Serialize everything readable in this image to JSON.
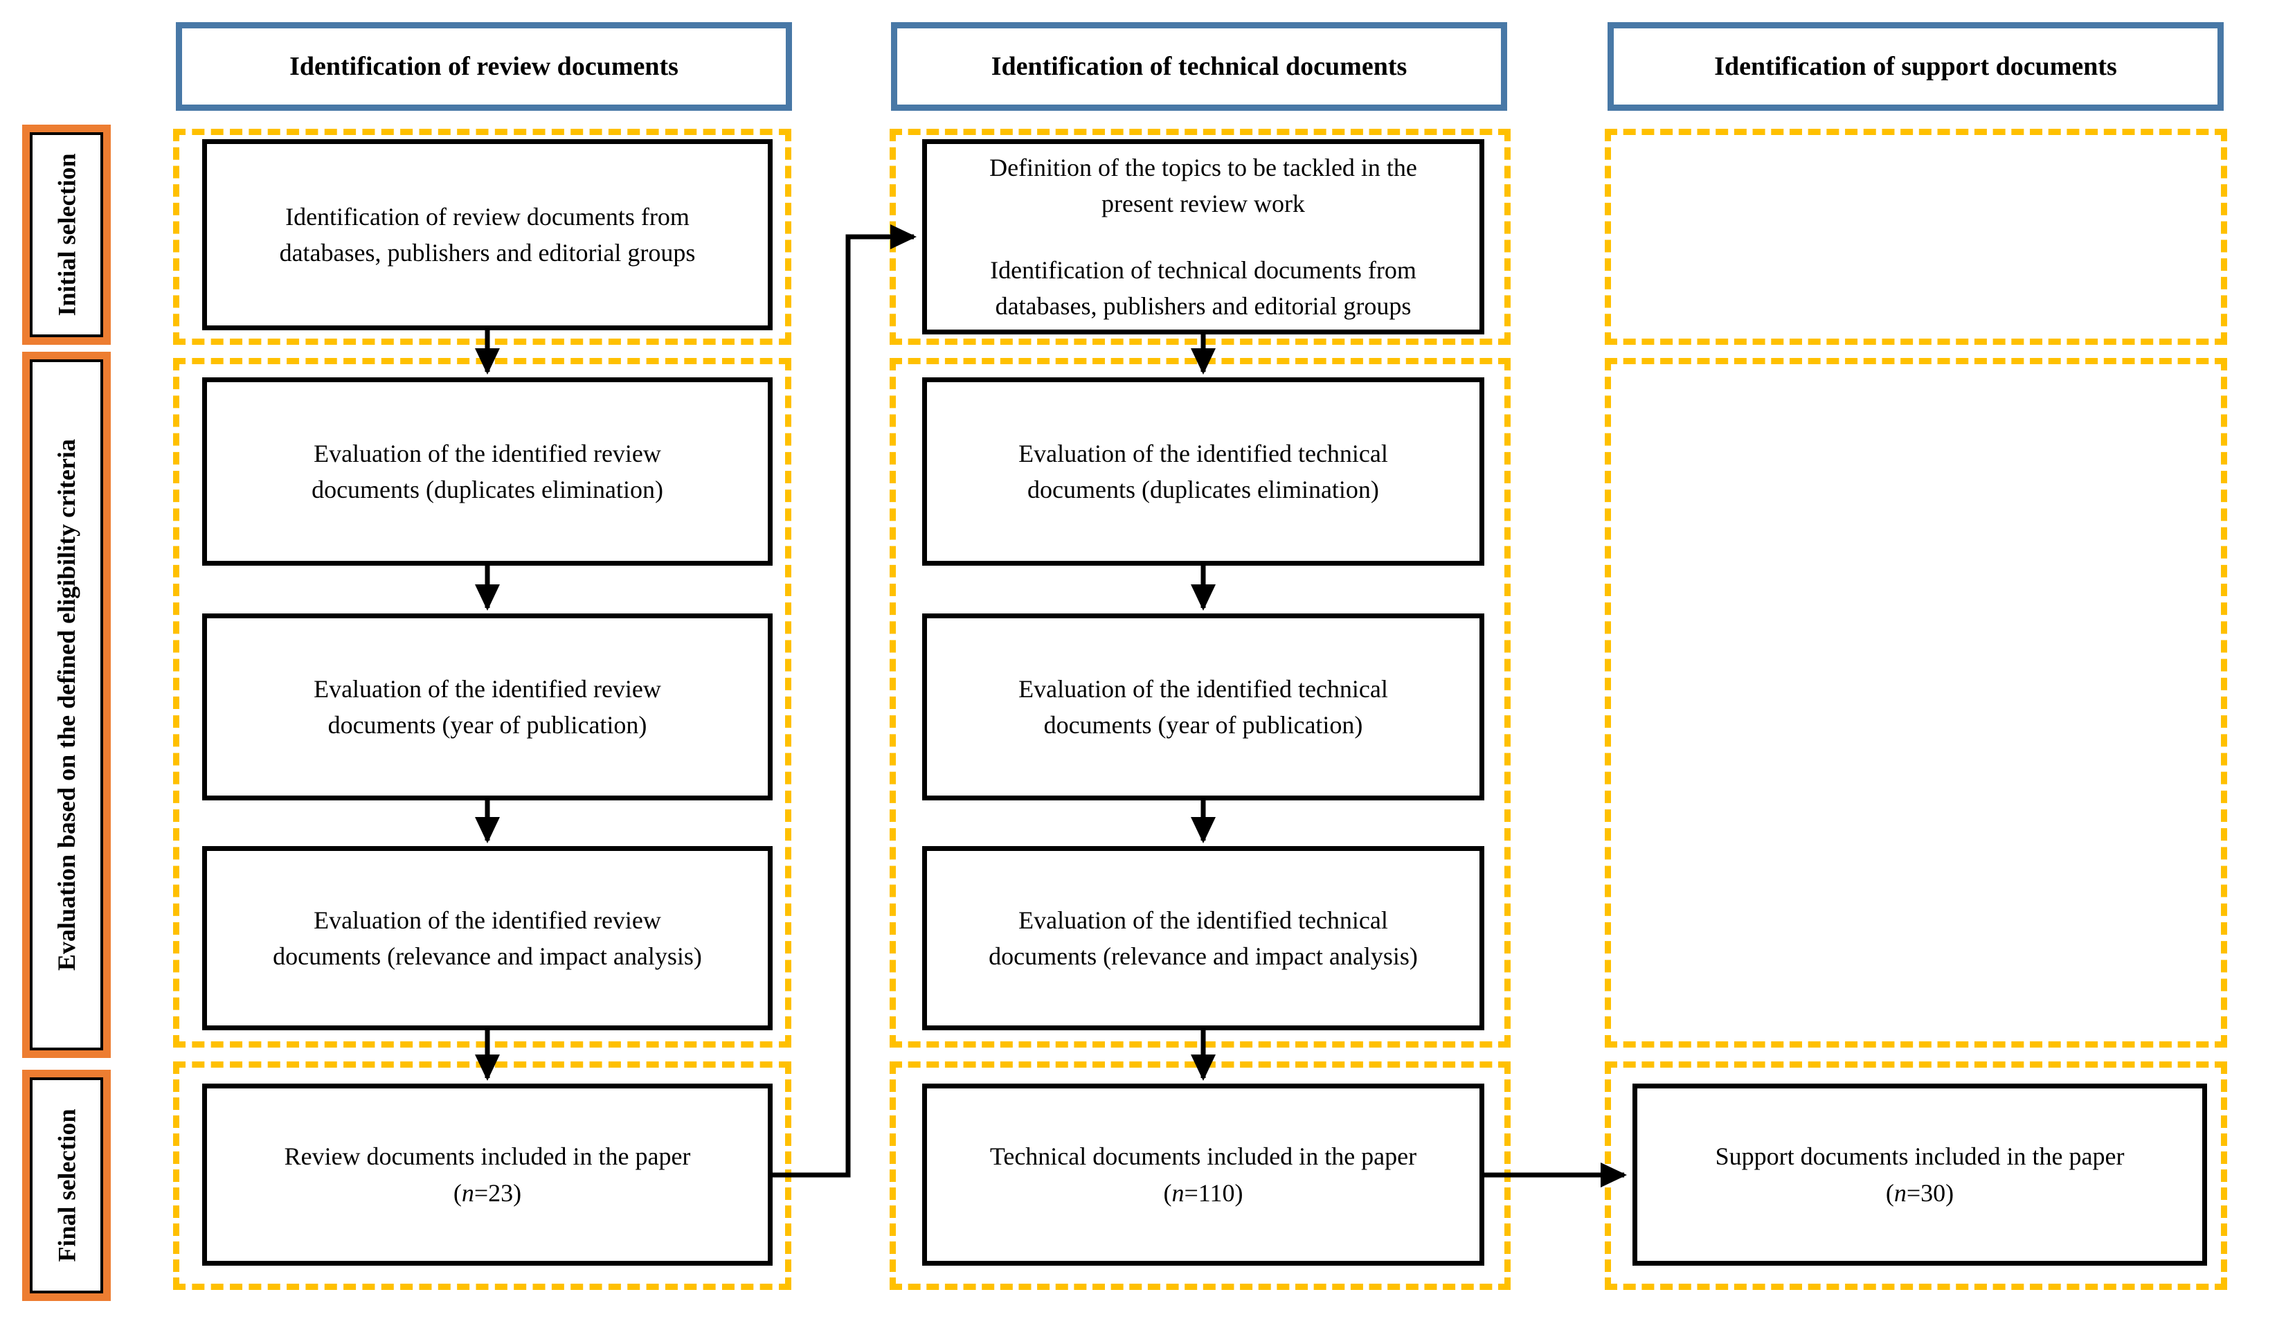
{
  "colors": {
    "header_border": "#4878A6",
    "sidebar_border": "#ED7D31",
    "dashed_border": "#FFC000",
    "box_border": "#000000",
    "arrow": "#000000",
    "text": "#000000",
    "background": "#FFFFFF"
  },
  "headers": {
    "review": "Identification of review documents",
    "technical": "Identification of technical documents",
    "support": "Identification of support documents"
  },
  "sidebar": {
    "initial": "Initial selection",
    "evaluation": "Evaluation based on the defined eligibility criteria",
    "final": "Final selection"
  },
  "review_column": {
    "box1": {
      "lines": [
        "Identification of review documents from",
        "databases, publishers and editorial groups"
      ]
    },
    "box2": {
      "lines": [
        "Evaluation of the identified review",
        "documents (duplicates elimination)"
      ]
    },
    "box3": {
      "lines": [
        "Evaluation of the identified review",
        "documents (year of publication)"
      ]
    },
    "box4": {
      "lines": [
        "Evaluation of the identified review",
        "documents (relevance and impact analysis)"
      ]
    },
    "final": {
      "line1": "Review documents included in the paper",
      "open_paren": "(",
      "n_symbol": "n",
      "count_suffix": "=23)"
    }
  },
  "technical_column": {
    "box1": {
      "para1_lines": [
        "Definition of the topics to be tackled in the",
        "present review work"
      ],
      "para2_lines": [
        "Identification of technical documents from",
        "databases, publishers and editorial groups"
      ]
    },
    "box2": {
      "lines": [
        "Evaluation of the identified technical",
        "documents (duplicates elimination)"
      ]
    },
    "box3": {
      "lines": [
        "Evaluation of the identified technical",
        "documents (year of publication)"
      ]
    },
    "box4": {
      "lines": [
        "Evaluation of the identified technical",
        "documents (relevance and impact analysis)"
      ]
    },
    "final": {
      "line1": "Technical documents included in the paper",
      "open_paren": "(",
      "n_symbol": "n",
      "count_suffix": "=110)"
    }
  },
  "support_column": {
    "final": {
      "line1": "Support documents included in the paper",
      "open_paren": "(",
      "n_symbol": "n",
      "count_suffix": "=30)"
    }
  }
}
